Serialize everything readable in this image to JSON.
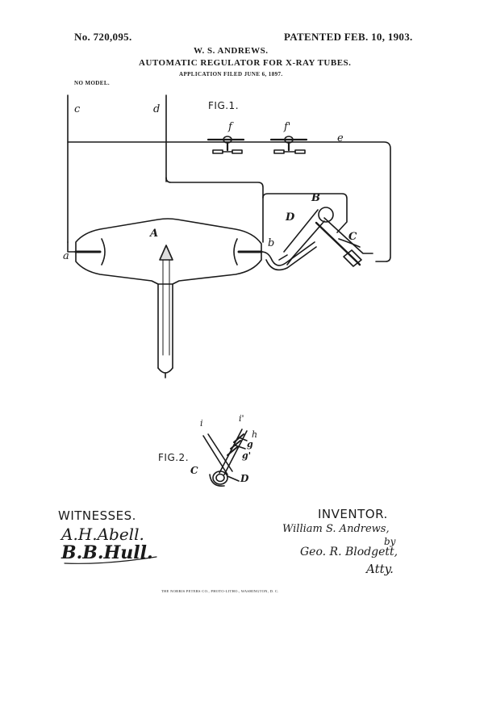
{
  "header": {
    "patent_no": "No. 720,095.",
    "patented": "PATENTED FEB. 10, 1903.",
    "inventor_name": "W. S. ANDREWS.",
    "title": "AUTOMATIC REGULATOR FOR X-RAY TUBES.",
    "application": "APPLICATION FILED JUNE 6, 1897.",
    "model": "NO MODEL."
  },
  "figures": {
    "fig1": "FIG.1.",
    "fig2": "FIG.2."
  },
  "labels": {
    "c_wire": "c",
    "d_wire": "d",
    "e_wire": "e",
    "f_switch": "f",
    "f_prime_switch": "f'",
    "A": "A",
    "a": "a",
    "b": "b",
    "B": "B",
    "C": "C",
    "D": "D",
    "fig2_i": "i",
    "fig2_i_prime": "i'",
    "fig2_h": "h",
    "fig2_g": "g",
    "fig2_g_prime": "g'",
    "fig2_C": "C",
    "fig2_D": "D"
  },
  "signatures": {
    "witnesses_label": "WITNESSES.",
    "witness_1": "A.H.Abell.",
    "witness_2": "B.B.Hull.",
    "inventor_label": "INVENTOR.",
    "inventor_sig": "William S. Andrews,",
    "by": "by",
    "attorney_sig": "Geo. R. Blodgett,",
    "atty": "Atty."
  },
  "footer": {
    "printer": "THE NORRIS PETERS CO., PHOTO-LITHO., WASHINGTON, D. C."
  }
}
